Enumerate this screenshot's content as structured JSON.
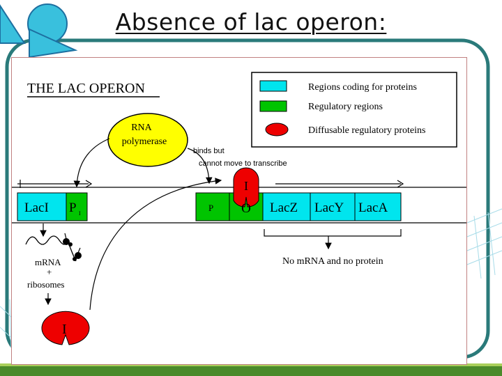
{
  "slide": {
    "title": "Absence of lac operon:"
  },
  "figure": {
    "heading": "THE LAC OPERON",
    "legend": {
      "coding": "Regions coding for proteins",
      "regulatory": "Regulatory regions",
      "diffusable": "Diffusable regulatory proteins"
    },
    "rna_polymerase": {
      "line1": "RNA",
      "line2": "polymerase"
    },
    "annotation": {
      "line1": "binds but",
      "line2": "cannot move to transcribe"
    },
    "genes": {
      "lacI": "LacI",
      "pI": "P",
      "pI_sub": "I",
      "p": "P",
      "o": "O",
      "lacZ": "LacZ",
      "lacY": "LacY",
      "lacA": "LacA"
    },
    "repressor_label": "I",
    "pathway": {
      "mrna": "mRNA",
      "plus": "+",
      "ribosomes": "ribosomes"
    },
    "no_product": "No mRNA and no protein"
  },
  "colors": {
    "coding": "#00e5ee",
    "regulatory": "#00c400",
    "repressor": "#ee0000",
    "polymerase": "#ffff00",
    "frame_border": "#2a7a7a",
    "ground": "#4a8a2a"
  }
}
